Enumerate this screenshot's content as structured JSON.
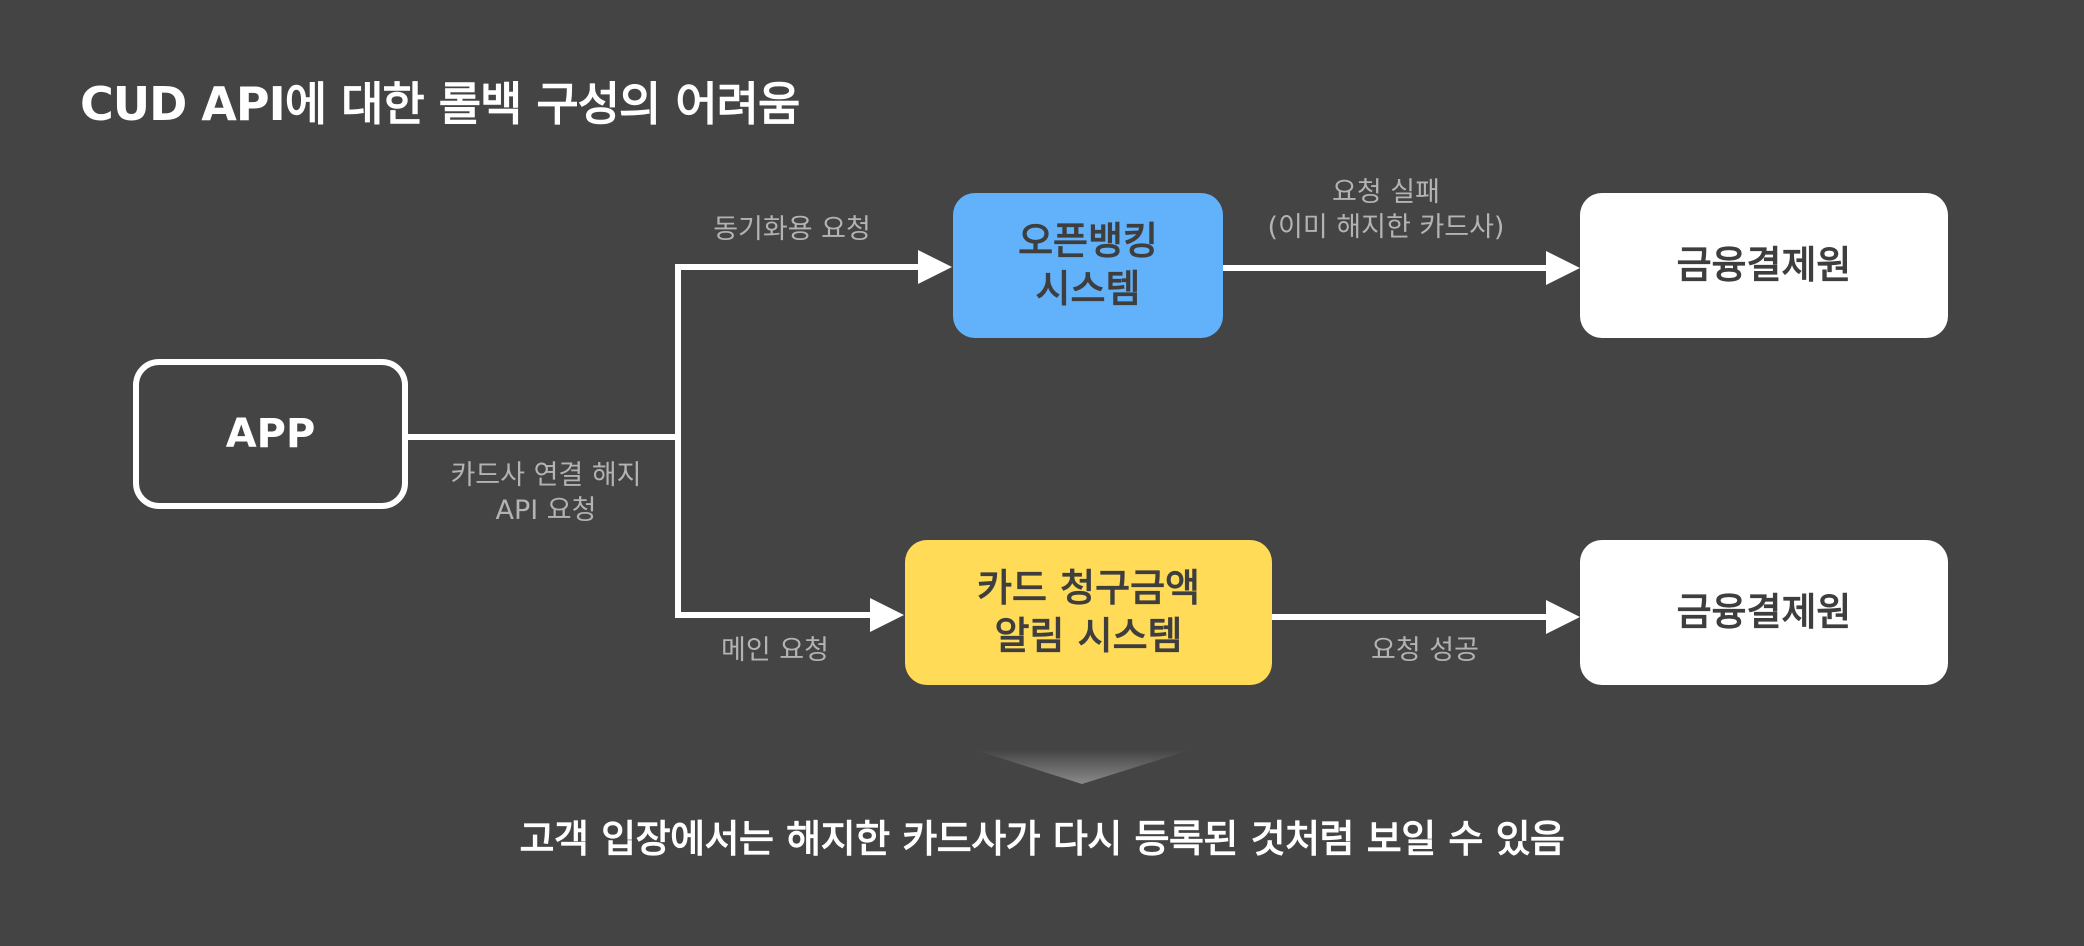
{
  "title": "CUD API에 대한 롤백 구성의 어려움",
  "nodes": {
    "app": "APP",
    "openbanking": [
      "오픈뱅킹",
      "시스템"
    ],
    "card_alert": [
      "카드 청구금액",
      "알림 시스템"
    ],
    "kftc_top": "금융결제원",
    "kftc_bottom": "금융결제원"
  },
  "edge_labels": {
    "app_request": [
      "카드사 연결 해지",
      "API 요청"
    ],
    "sync_request": "동기화용 요청",
    "main_request": "메인 요청",
    "request_fail": [
      "요청 실패",
      "(이미 해지한 카드사)"
    ],
    "request_success": "요청 성공"
  },
  "conclusion": "고객 입장에서는 해지한 카드사가 다시 등록된 것처럼 보일 수 있음",
  "colors": {
    "background": "#444444",
    "openbanking": "#62b1fb",
    "card_alert": "#ffdb58",
    "kftc": "#ffffff",
    "label": "#b3b3b3"
  }
}
